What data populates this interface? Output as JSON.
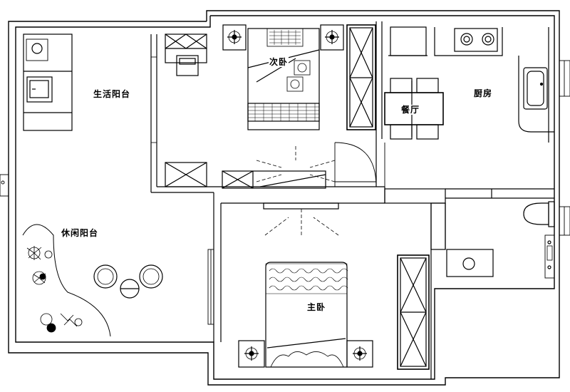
{
  "rooms": {
    "living_balcony": "生活阳台",
    "leisure_balcony": "休闲阳台",
    "second_bedroom": "次卧",
    "dining": "餐厅",
    "kitchen": "厨房",
    "master_bedroom": "主卧"
  },
  "style": {
    "line_color": "#000000",
    "background": "#ffffff"
  }
}
